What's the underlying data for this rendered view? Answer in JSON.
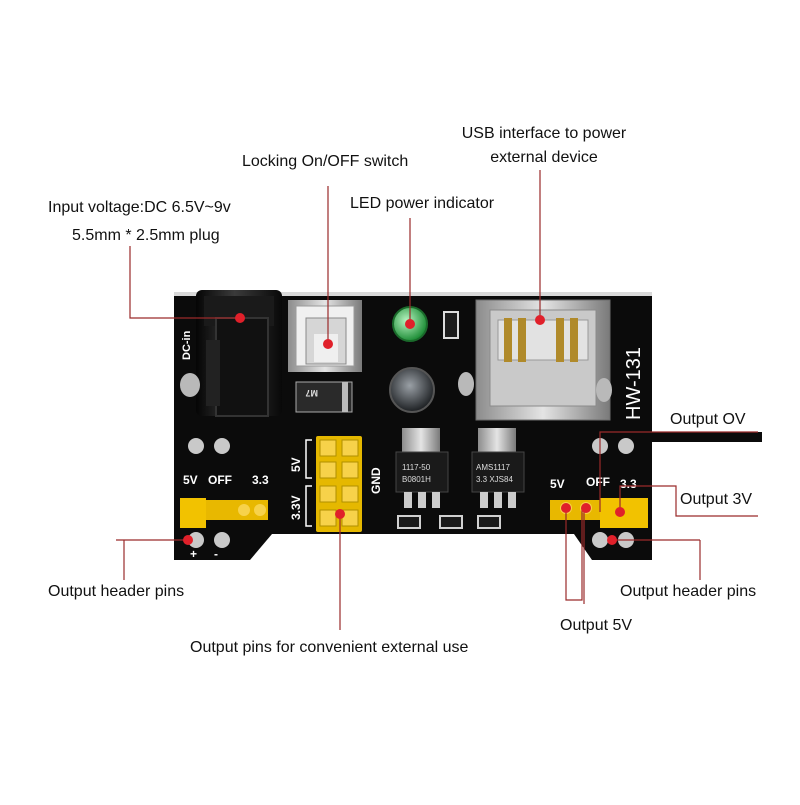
{
  "callouts": {
    "input_voltage": {
      "line1": "Input voltage:DC 6.5V~9v",
      "line2": "5.5mm * 2.5mm plug"
    },
    "locking_switch": "Locking On/OFF switch",
    "led_indicator": "LED power indicator",
    "usb_interface": {
      "line1": "USB interface to power",
      "line2": "external device"
    },
    "output_0v": "Output OV",
    "output_3v": "Output 3V",
    "output_header_left": "Output header pins",
    "output_header_right": "Output header pins",
    "output_5v": "Output 5V",
    "output_pins_external": "Output pins for convenient external use"
  },
  "board": {
    "model": "HW-131",
    "dc_in_label": "DC-in",
    "left_header": {
      "label_5v": "5V",
      "label_off": "OFF",
      "label_33": "3.3",
      "plus": "+",
      "minus": "-"
    },
    "right_header": {
      "label_5v": "5V",
      "label_off": "OFF",
      "label_33": "3.3",
      "plus": "+",
      "minus": "-"
    },
    "center_header": {
      "label_5v": "5V",
      "label_33v": "3.3V",
      "label_gnd": "GND"
    },
    "regulator_left": {
      "line1": "1117-50",
      "line2": "B0801H"
    },
    "regulator_right": {
      "line1": "AMS1117",
      "line2": "3.3  XJS84"
    },
    "diode_label": "M7"
  },
  "colors": {
    "board": "#0b0b0b",
    "jumper": "#f2c200",
    "led": "#2fb34a",
    "silk": "#ffffff",
    "marker": "#e0202a",
    "leader": "#9a2a2a"
  }
}
